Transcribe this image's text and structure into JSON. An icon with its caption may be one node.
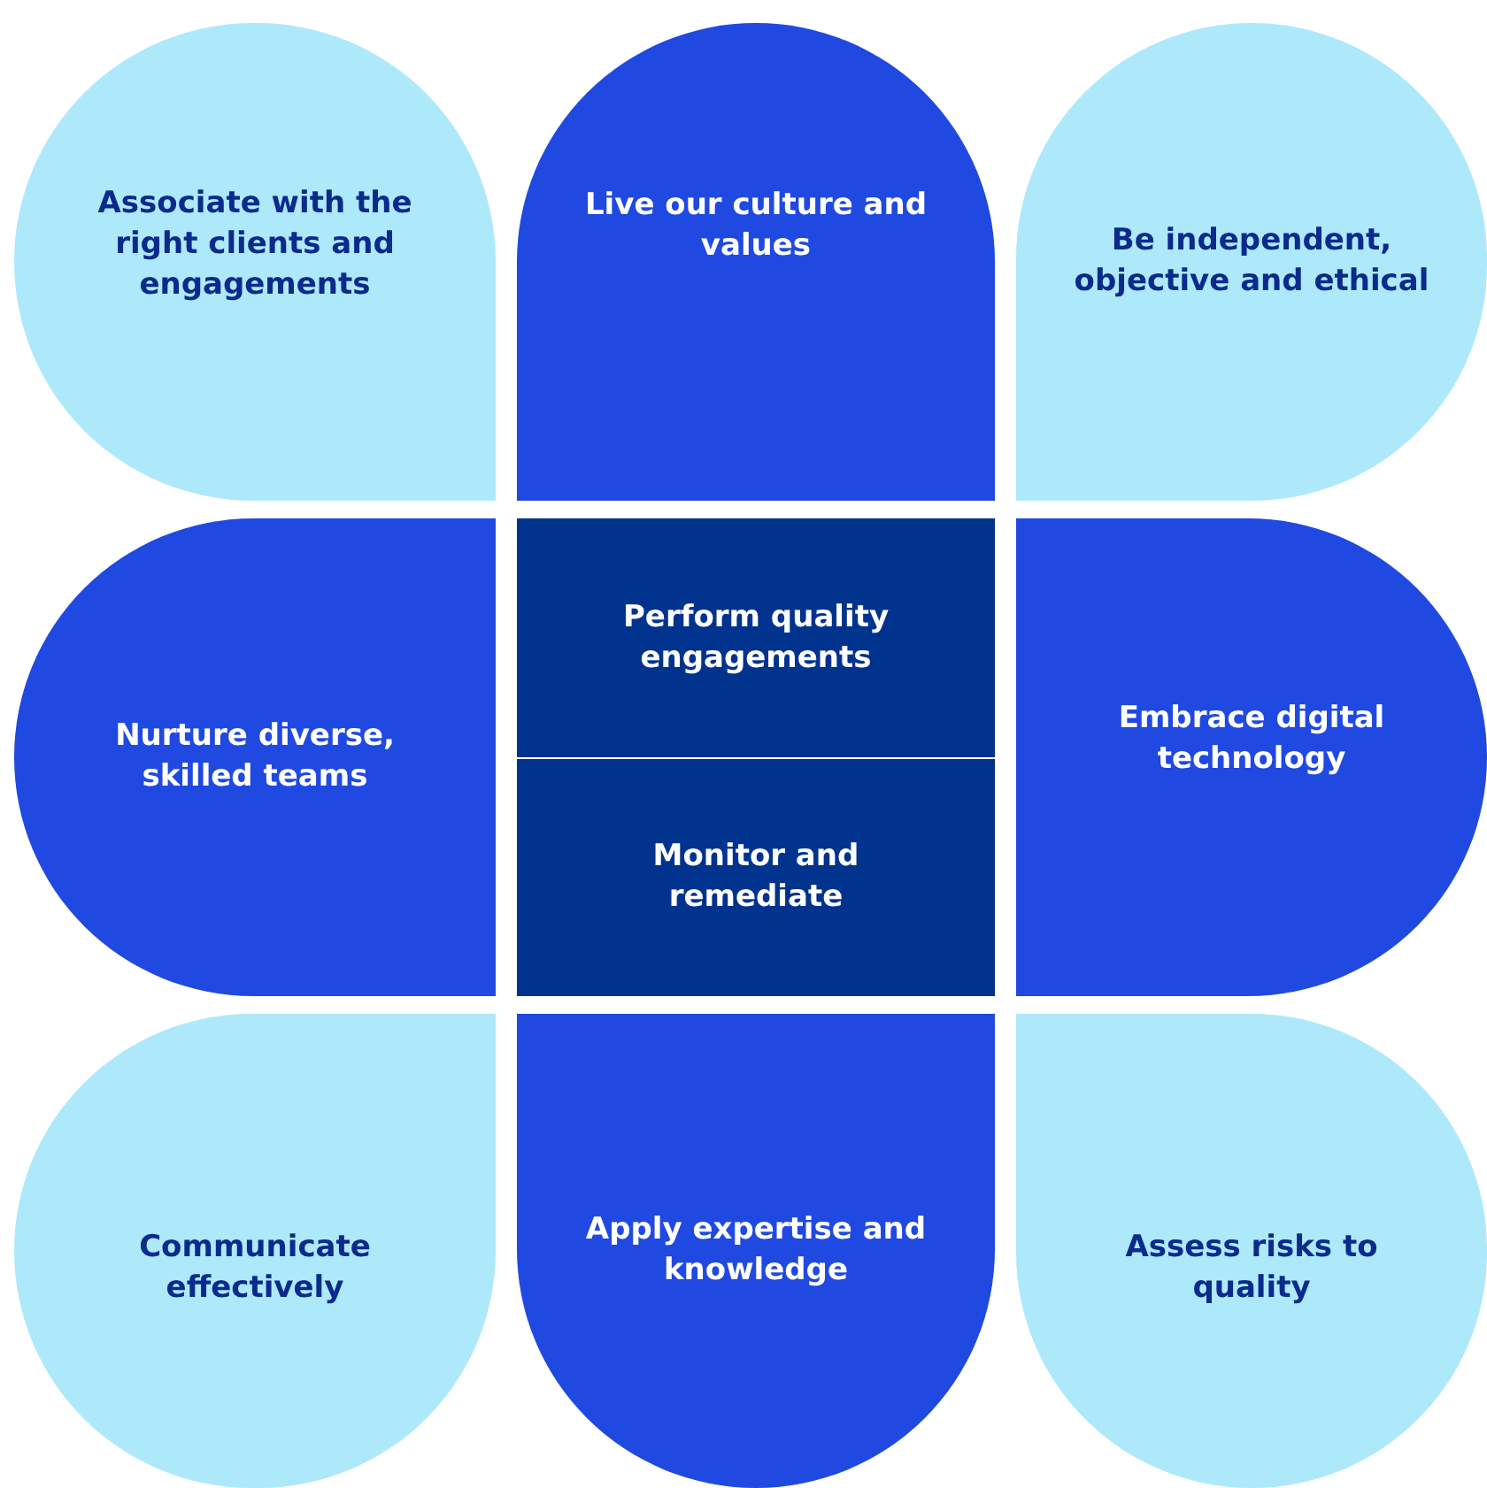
{
  "diagram": {
    "nodes": [
      {
        "text": [
          "Associate with the right clients and engagements"
        ]
      },
      {
        "text": [
          "Live our culture and values"
        ]
      },
      {
        "text": [
          "Be independent, objective and ethical"
        ]
      },
      {
        "text": [
          "Nurture diverse, skilled teams"
        ]
      },
      {
        "text": [
          "Perform quality engagements"
        ]
      },
      {
        "text": [
          "Monitor and remediate"
        ]
      },
      {
        "text": [
          "Embrace digital technology"
        ]
      },
      {
        "text": [
          "Communicate effectively"
        ]
      },
      {
        "text": [
          "Apply expertise and knowledge"
        ]
      },
      {
        "text": [
          "Assess risks to quality"
        ]
      }
    ]
  }
}
